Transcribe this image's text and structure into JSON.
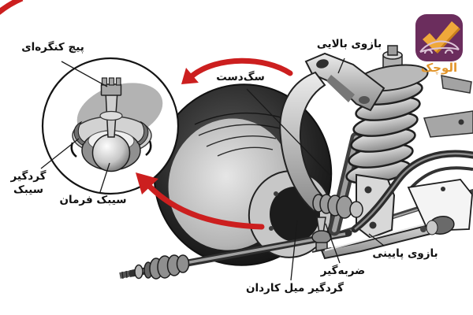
{
  "colors": {
    "background": "#ffffff",
    "outline": "#1a1a1a",
    "arrow_red": "#cc1f1f",
    "logo_purple": "#6b2d5d",
    "logo_orange": "#e2952b",
    "label_text": "#111111"
  },
  "labels": {
    "castellated_bolt": "پیچ کنگره‌ای",
    "balljoint_boot_line1": "گردگیر",
    "balljoint_boot_line2": "سیبک",
    "steering_balljoint": "سیبک فرمان",
    "knuckle": "سگ‌دست",
    "upper_arm": "بازوی بالایی",
    "lower_arm": "بازوی پایینی",
    "shock_absorber": "ضربه‌گیر",
    "driveshaft_boot": "گردگیر میل کاردان"
  },
  "logo": {
    "text": "الوچک"
  }
}
